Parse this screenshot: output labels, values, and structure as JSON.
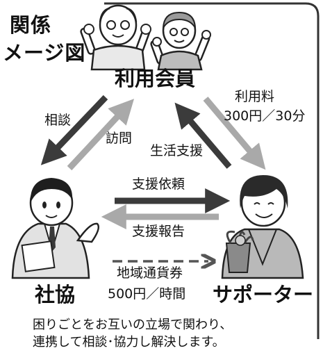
{
  "title": {
    "line1": "関係",
    "line2": "メージ図"
  },
  "nodes": {
    "members": "利用会員",
    "council": "社協",
    "supporter": "サポーター"
  },
  "labels": {
    "consult": "相談",
    "visit": "訪問",
    "fee_title": "利用料",
    "fee_amount": "300円／30分",
    "life_support": "生活支援",
    "request": "支援依頼",
    "report": "支援報告",
    "currency_name": "地域通貨券",
    "currency_amount": "500円／時間"
  },
  "footer": {
    "line1": "困りごとをお互いの立場で関わり、",
    "line2": "連携して相談･協力し解決します。"
  },
  "colors": {
    "dark_arrow": "#3b3b3b",
    "light_arrow": "#a9a9a9",
    "dashed_arrow": "#555555"
  },
  "icons": [
    "elderly-couple-icon",
    "social-worker-icon",
    "volunteer-woman-icon"
  ]
}
